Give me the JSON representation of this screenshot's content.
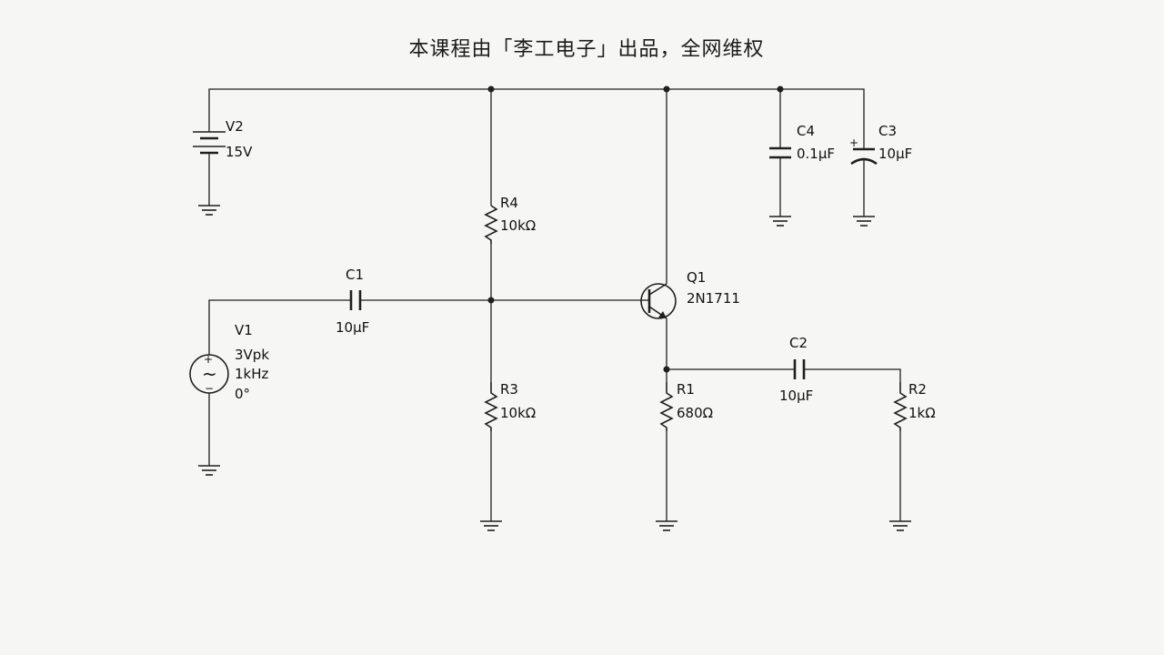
{
  "title": "本课程由「李工电子」出品，全网维权",
  "components": {
    "V2": {
      "name": "V2",
      "value": "15V"
    },
    "V1": {
      "name": "V1",
      "amplitude": "3Vpk",
      "frequency": "1kHz",
      "phase": "0°"
    },
    "C1": {
      "name": "C1",
      "value": "10µF"
    },
    "C2": {
      "name": "C2",
      "value": "10µF"
    },
    "C3": {
      "name": "C3",
      "value": "10µF"
    },
    "C4": {
      "name": "C4",
      "value": "0.1µF"
    },
    "R1": {
      "name": "R1",
      "value": "680Ω"
    },
    "R2": {
      "name": "R2",
      "value": "1kΩ"
    },
    "R3": {
      "name": "R3",
      "value": "10kΩ"
    },
    "R4": {
      "name": "R4",
      "value": "10kΩ"
    },
    "Q1": {
      "name": "Q1",
      "model": "2N1711"
    }
  },
  "symbols": {
    "plus": "+",
    "minus": "−",
    "tilde": "~"
  }
}
